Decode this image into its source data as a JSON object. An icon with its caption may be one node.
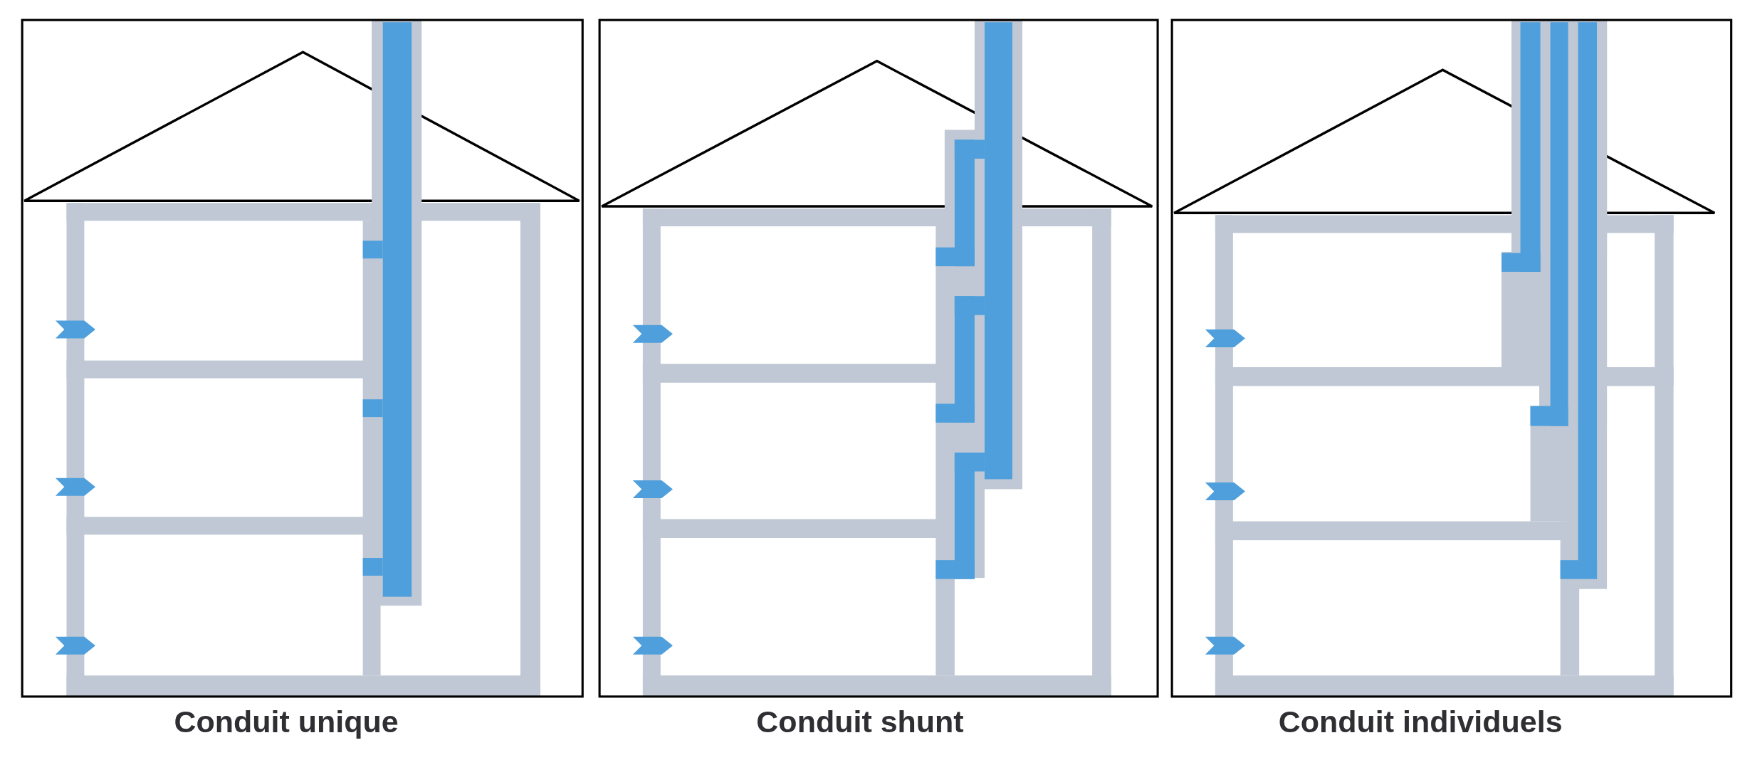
{
  "diagram": {
    "labels": [
      "Conduit unique",
      "Conduit shunt",
      "Conduit individuels"
    ]
  }
}
